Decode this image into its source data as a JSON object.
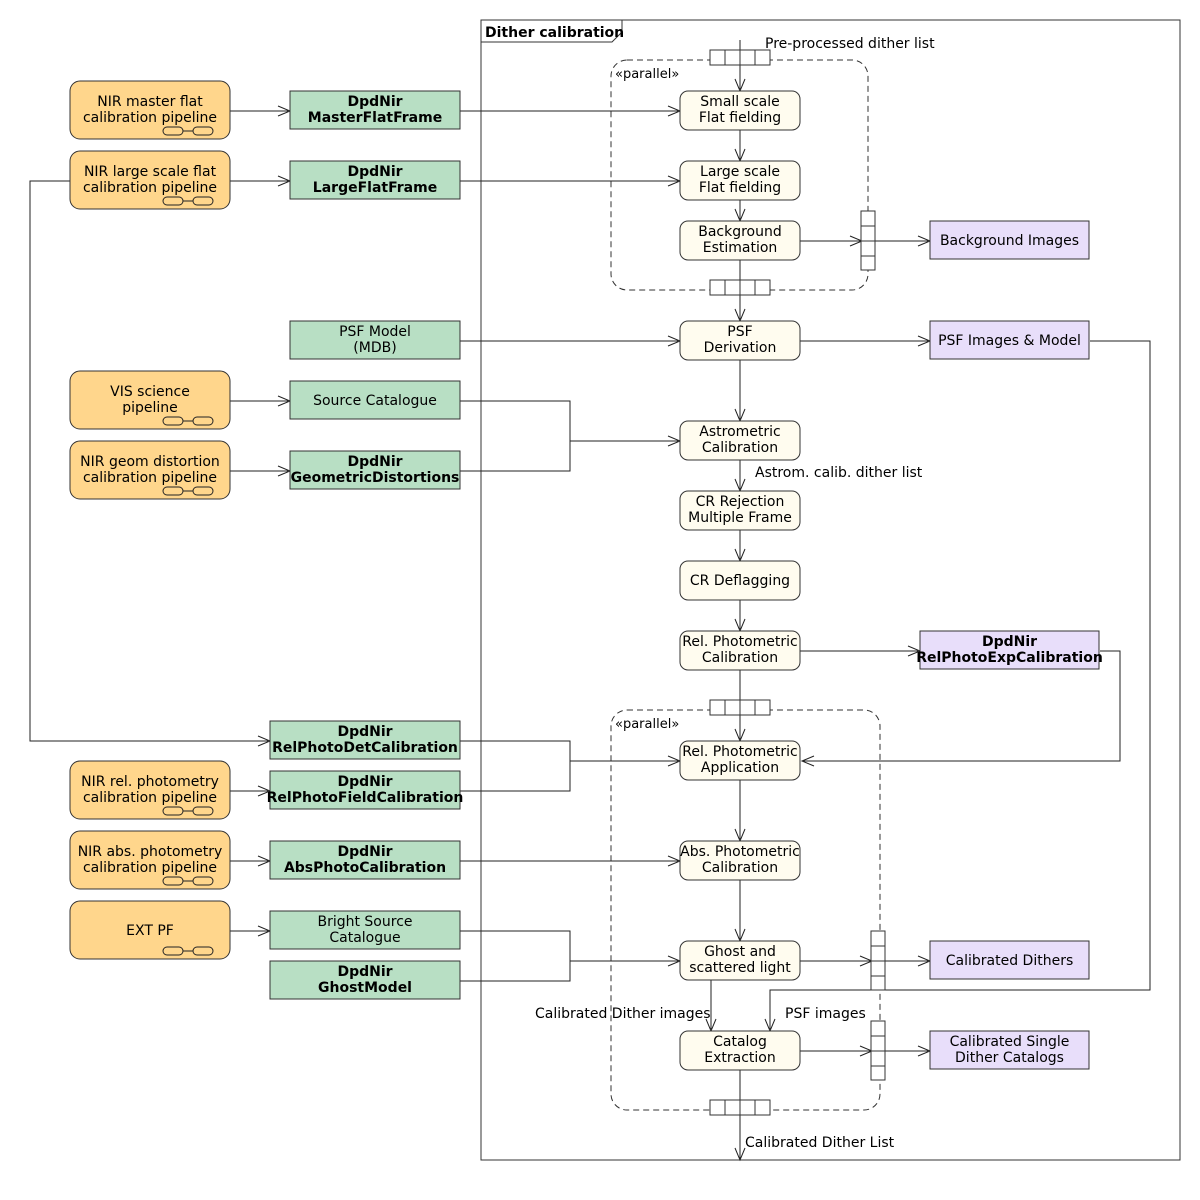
{
  "frame": {
    "title": "Dither calibration"
  },
  "region_label": "«parallel»",
  "pipelines": [
    {
      "lines": [
        "NIR master flat",
        "calibration pipeline"
      ]
    },
    {
      "lines": [
        "NIR large scale flat",
        "calibration pipeline"
      ]
    },
    {
      "lines": [
        "VIS science",
        "pipeline"
      ]
    },
    {
      "lines": [
        "NIR geom distortion",
        "calibration pipeline"
      ]
    },
    {
      "lines": [
        "NIR rel. photometry",
        "calibration pipeline"
      ]
    },
    {
      "lines": [
        "NIR abs. photometry",
        "calibration pipeline"
      ]
    },
    {
      "lines": [
        "EXT PF"
      ]
    }
  ],
  "inputs": [
    {
      "lines": [
        "DpdNir",
        "MasterFlatFrame"
      ],
      "bold": true
    },
    {
      "lines": [
        "DpdNir",
        "LargeFlatFrame"
      ],
      "bold": true
    },
    {
      "lines": [
        "PSF Model",
        "(MDB)"
      ],
      "bold": false
    },
    {
      "lines": [
        "Source Catalogue"
      ],
      "bold": false
    },
    {
      "lines": [
        "DpdNir",
        "GeometricDistortions"
      ],
      "bold": true
    },
    {
      "lines": [
        "DpdNir",
        "RelPhotoDetCalibration"
      ],
      "bold": true
    },
    {
      "lines": [
        "DpdNir",
        "RelPhotoFieldCalibration"
      ],
      "bold": true
    },
    {
      "lines": [
        "DpdNir",
        "AbsPhotoCalibration"
      ],
      "bold": true
    },
    {
      "lines": [
        "Bright Source",
        "Catalogue"
      ],
      "bold": false
    },
    {
      "lines": [
        "DpdNir",
        "GhostModel"
      ],
      "bold": true
    }
  ],
  "actions": [
    {
      "lines": [
        "Small scale",
        "Flat fielding"
      ]
    },
    {
      "lines": [
        "Large scale",
        "Flat fielding"
      ]
    },
    {
      "lines": [
        "Background",
        "Estimation"
      ]
    },
    {
      "lines": [
        "PSF",
        "Derivation"
      ]
    },
    {
      "lines": [
        "Astrometric",
        "Calibration"
      ]
    },
    {
      "lines": [
        "CR Rejection",
        "Multiple Frame"
      ]
    },
    {
      "lines": [
        "CR Deflagging"
      ]
    },
    {
      "lines": [
        "Rel. Photometric",
        "Calibration"
      ]
    },
    {
      "lines": [
        "Rel. Photometric",
        "Application"
      ]
    },
    {
      "lines": [
        "Abs. Photometric",
        "Calibration"
      ]
    },
    {
      "lines": [
        "Ghost and",
        "scattered light"
      ]
    },
    {
      "lines": [
        "Catalog",
        "Extraction"
      ]
    }
  ],
  "outputs": [
    {
      "lines": [
        "Background Images"
      ],
      "bold": false
    },
    {
      "lines": [
        "PSF Images & Model"
      ],
      "bold": false
    },
    {
      "lines": [
        "DpdNir",
        "RelPhotoExpCalibration"
      ],
      "bold": true
    },
    {
      "lines": [
        "Calibrated Dithers"
      ],
      "bold": false
    },
    {
      "lines": [
        "Calibrated Single",
        "Dither Catalogs"
      ],
      "bold": false
    }
  ],
  "flow_labels": {
    "preprocessed": "Pre-processed dither list",
    "astrom": "Astrom. calib. dither list",
    "calibrated_images": "Calibrated Dither images",
    "psf_images": "PSF images",
    "calibrated_list": "Calibrated Dither List"
  }
}
